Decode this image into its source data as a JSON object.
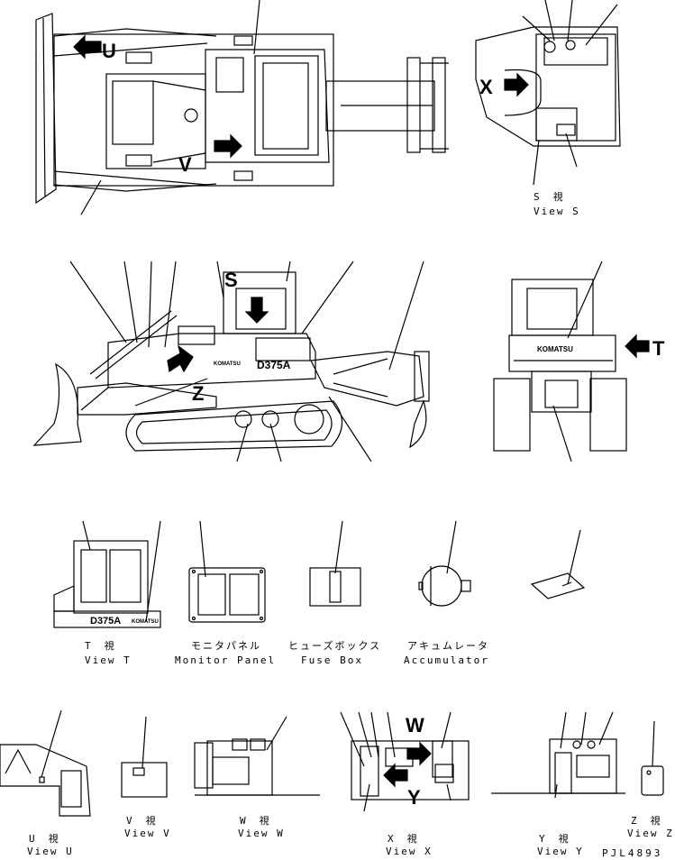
{
  "view_letters": {
    "u": "U",
    "v": "V",
    "x": "X",
    "s": "S",
    "z": "Z",
    "t": "T",
    "w": "W",
    "y": "Y"
  },
  "labels": {
    "view_s_jp": "S　視",
    "view_s_en": "View S",
    "view_t_jp": "T　視",
    "view_t_en": "View T",
    "monitor_jp": "モニタパネル",
    "monitor_en": "Monitor Panel",
    "fuse_jp": "ヒューズボックス",
    "fuse_en": "Fuse Box",
    "accum_jp": "アキュムレータ",
    "accum_en": "Accumulator",
    "view_u_jp": "U　視",
    "view_u_en": "View U",
    "view_v_jp": "V　視",
    "view_v_en": "View V",
    "view_w_jp": "W　視",
    "view_w_en": "View W",
    "view_x_jp": "X　視",
    "view_x_en": "View X",
    "view_y_jp": "Y　視",
    "view_y_en": "View Y",
    "view_z_jp": "Z　視",
    "view_z_en": "View Z"
  },
  "decals": {
    "model": "D375A",
    "brand": "KOMATSU"
  },
  "drawing_code": "PJL4893"
}
